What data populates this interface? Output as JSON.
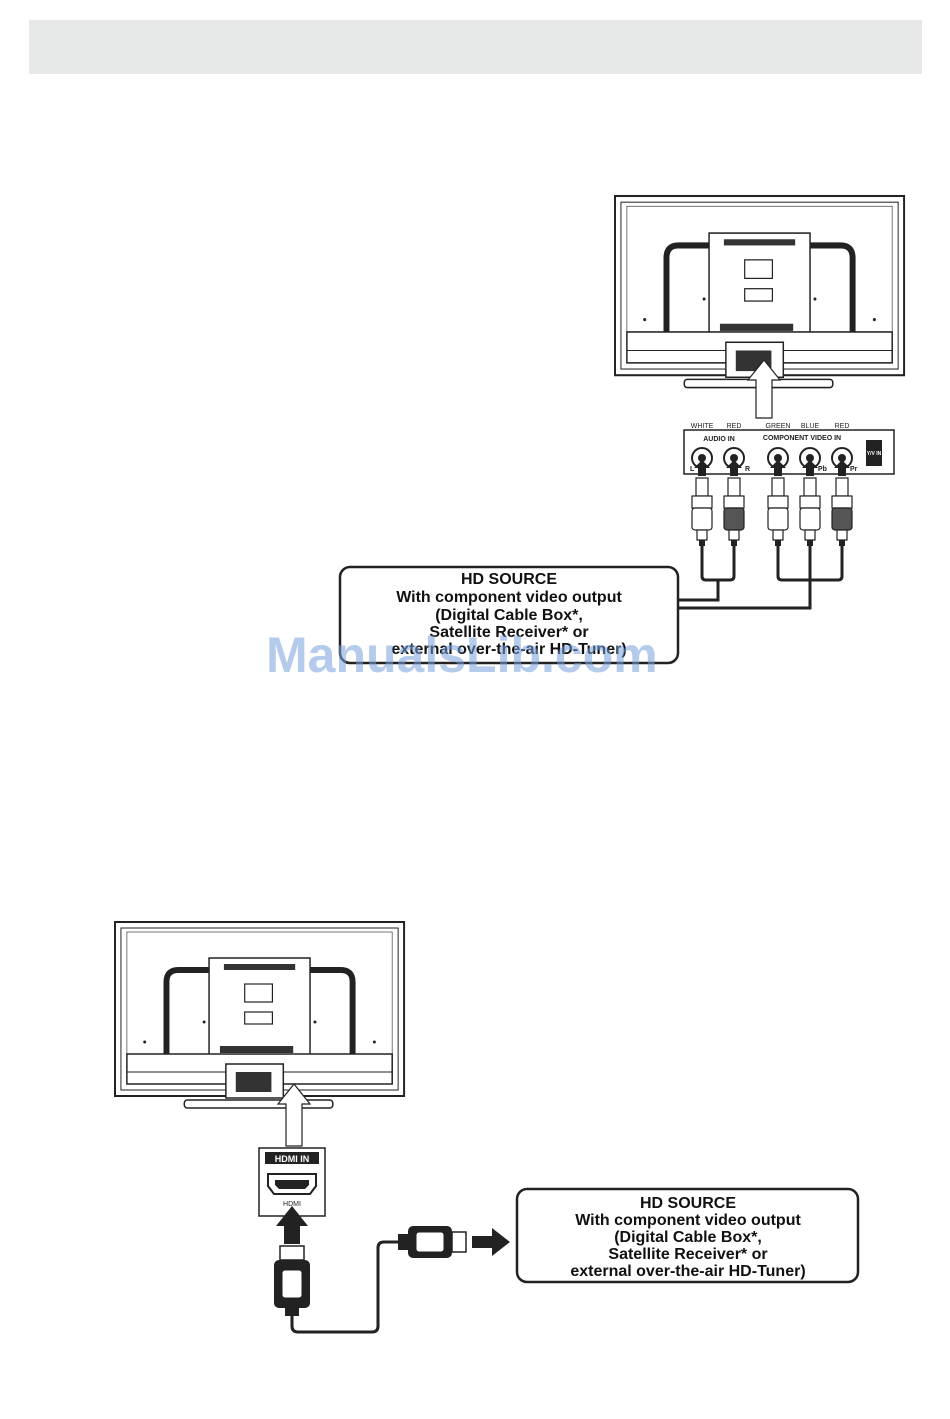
{
  "watermark": "ManualsLib.com",
  "component_diagram": {
    "cable_labels": [
      "WHITE",
      "RED",
      "GREEN",
      "BLUE",
      "RED"
    ],
    "audio_in_label": "AUDIO IN",
    "component_video_label": "COMPONENT VIDEO IN",
    "jack_labels": [
      "L",
      "R",
      "",
      "Pb",
      "Pr"
    ],
    "switch_label": "Y/V IN",
    "source_box": {
      "line1": "HD SOURCE",
      "line2": "With component video output",
      "line3": "(Digital Cable Box*,",
      "line4": "Satellite Receiver* or",
      "line5": "external over-the-air HD-Tuner)"
    }
  },
  "hdmi_diagram": {
    "port_title": "HDMI IN",
    "port_label": "HDMI",
    "source_box": {
      "line1": "HD SOURCE",
      "line2": "With component video output",
      "line3": "(Digital Cable Box*,",
      "line4": "Satellite Receiver* or",
      "line5": "external over-the-air HD-Tuner)"
    }
  },
  "colors": {
    "band": "#e7e8e8",
    "line": "#222222",
    "watermark": "#78a0dc"
  }
}
